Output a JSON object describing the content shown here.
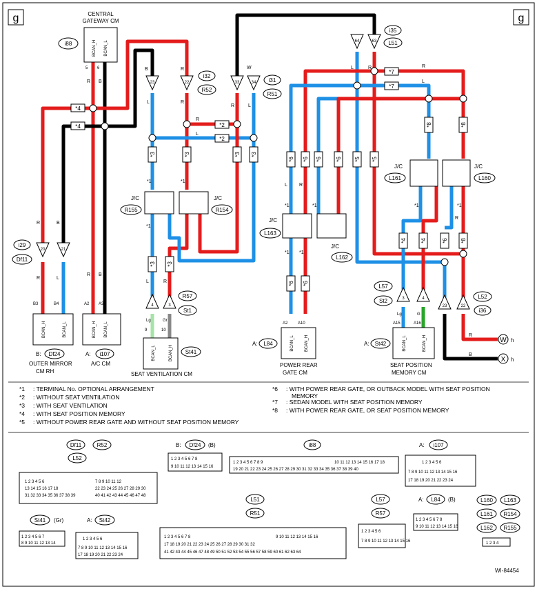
{
  "page_badges": {
    "left": "g",
    "right": "g"
  },
  "figure_id": "WI-84454",
  "colors": {
    "red": "#e41c1c",
    "blue": "#1e90e6",
    "black": "#000000",
    "gray": "#888888",
    "green": "#6ad06a",
    "lightgreen": "#a6e3a6"
  },
  "components": {
    "central_gateway": {
      "title_line1": "CENTRAL",
      "title_line2": "GATEWAY CM",
      "code": "i88",
      "pin_h": "BCAN_H",
      "pin_l": "BCAN_L",
      "pin_5": "5",
      "pin_6": "6"
    },
    "outer_mirror": {
      "prefix": "B:",
      "code": "Df24",
      "title_line1": "OUTER MIRROR",
      "title_line2": "CM RH",
      "pin_h": "BCAN_H",
      "pin_l": "BCAN_L",
      "term_h": "B3",
      "term_l": "B4"
    },
    "ac_cm": {
      "prefix": "A:",
      "code": "i107",
      "title": "A/C CM",
      "pin_h": "BCAN_H",
      "pin_l": "BCAN_L",
      "term_h": "A2",
      "term_l": "A3"
    },
    "seat_vent": {
      "code": "St41",
      "title": "SEAT VENTILATION CM",
      "pin_l": "BCAN_L",
      "pin_h": "BCAN_H",
      "term_l": "9",
      "term_h": "10",
      "wire_l": "Lg",
      "wire_h": "Gr"
    },
    "power_rear_gate": {
      "prefix": "A:",
      "code": "L84",
      "title_line1": "POWER REAR",
      "title_line2": "GATE CM",
      "pin_l": "BCAN_L",
      "pin_h": "BCAN_H",
      "term_l": "A2",
      "term_h": "A10"
    },
    "seat_pos_mem": {
      "prefix": "A:",
      "code": "St42",
      "title_line1": "SEAT POSITION",
      "title_line2": "MEMORY CM",
      "pin_l": "BCAN_L",
      "pin_h": "BCAN_H",
      "term_l": "A15",
      "term_h": "A16",
      "wire_l": "Lg",
      "wire_h": "G"
    }
  },
  "connectors": {
    "i32": "i32",
    "R52": "R52",
    "i31": "i31",
    "R51": "R51",
    "i35": "i35",
    "L51": "L51",
    "i29": "i29",
    "Df11": "Df11",
    "R57": "R57",
    "St1": "St1",
    "L57": "L57",
    "St2": "St2",
    "L52": "L52",
    "i36": "i36",
    "R155": "R155",
    "R154": "R154",
    "L163": "L163",
    "L162": "L162",
    "L161": "L161",
    "L160": "L160"
  },
  "pins": {
    "p22": "22",
    "p23": "23",
    "p33": "33",
    "p34": "34",
    "p64": "64",
    "p63": "63",
    "p20": "20",
    "p21": "21",
    "p4": "4",
    "p3": "3",
    "p4b": "4",
    "p3b": "3"
  },
  "jc_label": "J/C",
  "wire_codes": {
    "R": "R",
    "L": "L",
    "B": "B",
    "W": "W",
    "s1": "*1",
    "s2": "*2",
    "s3": "*3",
    "s4": "*4",
    "s5": "*5",
    "s6": "*6",
    "s7": "*7",
    "s8": "*8"
  },
  "ends": {
    "W": "W",
    "X": "X",
    "h": "h"
  },
  "legend": [
    {
      "key": "*1",
      "text": ": TERMINAL No. OPTIONAL ARRANGEMENT"
    },
    {
      "key": "*2",
      "text": ": WITHOUT SEAT VENTILATION"
    },
    {
      "key": "*3",
      "text": ": WITH SEAT VENTILATION"
    },
    {
      "key": "*4",
      "text": ": WITH SEAT POSITION MEMORY"
    },
    {
      "key": "*5",
      "text": ": WITHOUT POWER REAR GATE AND WITHOUT SEAT POSITION MEMORY"
    },
    {
      "key": "*6",
      "text": ": WITH POWER REAR GATE, OR OUTBACK MODEL WITH SEAT POSITION",
      "text2": "MEMORY"
    },
    {
      "key": "*7",
      "text": ": SEDAN MODEL WITH SEAT POSITION MEMORY"
    },
    {
      "key": "*8",
      "text": ": WITH POWER REAR GATE, OR SEAT POSITION MEMORY"
    }
  ],
  "connector_views": {
    "df11_r52": {
      "codes": [
        "Df11",
        "R52",
        "L52"
      ],
      "row1": "1 2 3 4 5 6",
      "row2": "13 14 15 16 17 18",
      "row3": "31 32 33 34 35 36 37 38 39",
      "row1b": "7 8 9 10 11 12",
      "row2b": "22 23 24 25 26 27 28 29 30",
      "row3b": "40 41 42 43 44 45 46 47 48"
    },
    "df24": {
      "prefix": "B:",
      "code": "Df24",
      "suffix": "(B)",
      "row1": "1 2 3 4 5 6 7 8",
      "row2": "9 10 11 12 13 14 15 16"
    },
    "i88": {
      "code": "i88",
      "row1a": "1 2 3 4 5 6 7 8 9",
      "row1b": "10 11 12 13 14 15 16 17 18",
      "row2": "19 20 21 22 23 24 25 26 27 28 29 30 31 32 33 34 35 36 37 38 39 40"
    },
    "i107": {
      "prefix": "A:",
      "code": "i107",
      "row1": "1 2 3 4 5 6",
      "row2": "7 8 9 10 11 12 13 14 15 16",
      "row3": "17 18 19 20 21 22 23 24"
    },
    "st41": {
      "code": "St41",
      "suffix": "(Gr)",
      "row1": "1 2 3 4 5 6 7",
      "row2": "8 9 10 11 12 13 14"
    },
    "st42": {
      "prefix": "A:",
      "code": "St42",
      "row1": "1 2 3 4 5 6",
      "row2": "7 8 9 10 11 12 13 14 15 16",
      "row3": "17 18 19 20 21 22 23 24"
    },
    "l51": {
      "codes": [
        "L51",
        "R51"
      ],
      "row1a": "1 2 3 4 5 6 7 8",
      "row1b": "9 10 11 12 13 14 15 16",
      "row2a": "17 18 19 20 21 22 23 24 25 26 27 28 29 30 31 32",
      "row3a": "41 42 43 44 45 46 47 48 49 50 51 52 53 54 55 56 57 58 59 60 61 62 63 64"
    },
    "l57": {
      "codes": [
        "L57",
        "R57"
      ],
      "row1": "1 2 3 4 5 6",
      "row2": "7 8 9 10 11 12 13 14 15 16"
    },
    "l84": {
      "prefix": "A:",
      "code": "L84",
      "suffix": "(B)",
      "row1": "1 2 3 4 5 6 7 8",
      "row2": "9 10 11 12 13 14 15 16"
    },
    "jc": {
      "codes": [
        "L160",
        "L163",
        "L161",
        "R154",
        "L162",
        "R155"
      ],
      "row": "1 2 3 4"
    }
  }
}
